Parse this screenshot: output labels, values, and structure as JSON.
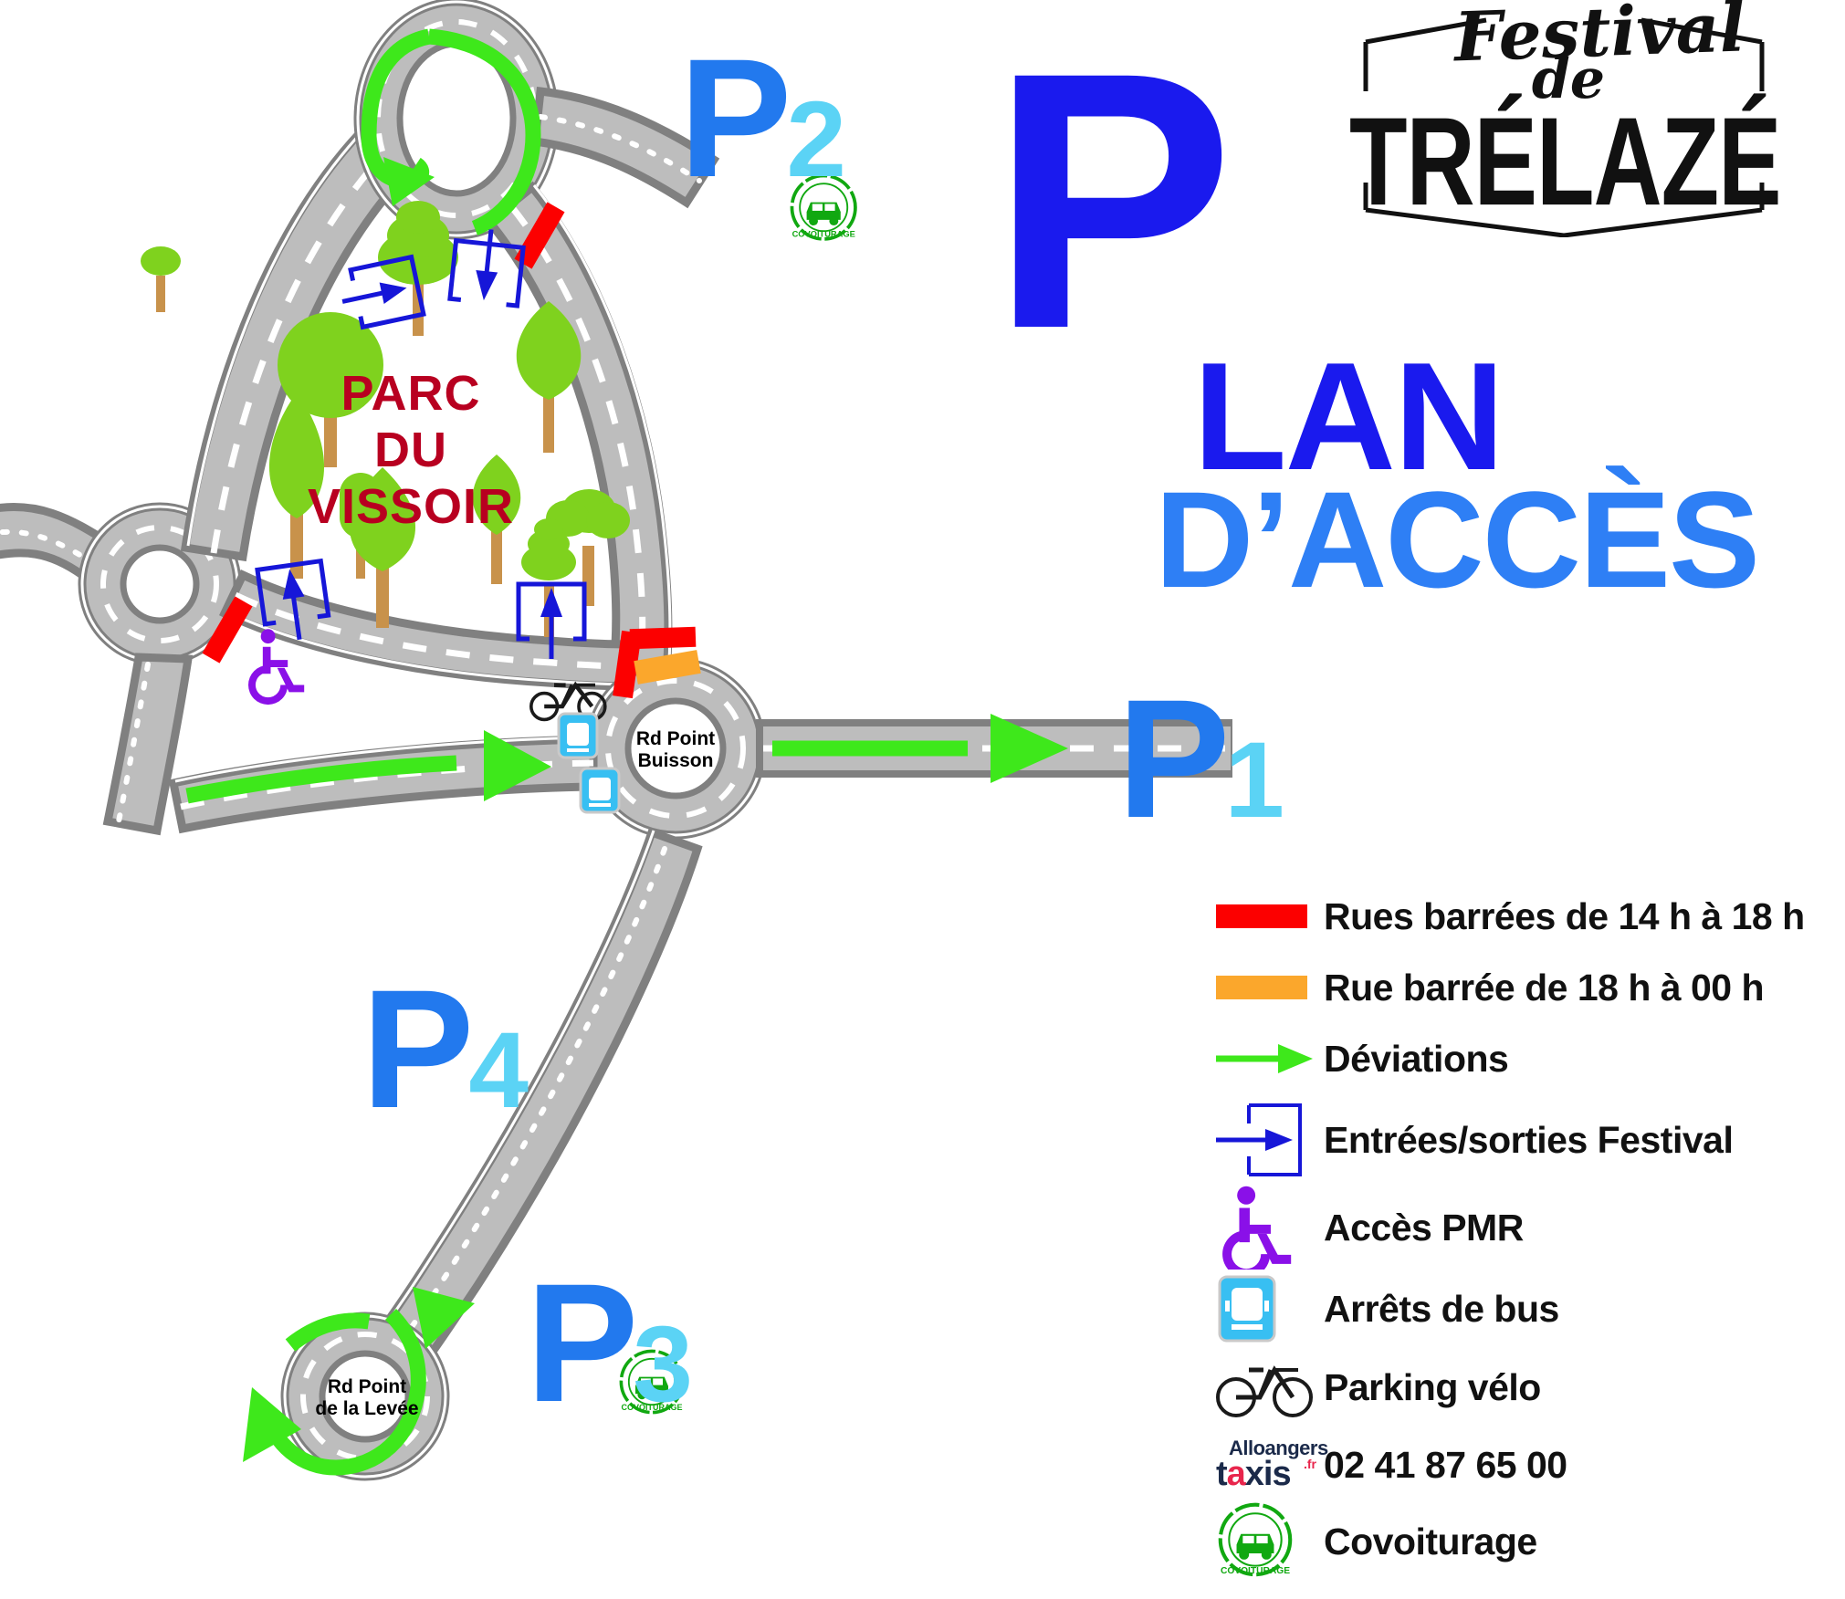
{
  "poster": {
    "title_p": "P",
    "title_lan": "LAN",
    "title_acces": "D’ACCÈS"
  },
  "festival_logo": {
    "line1": "Festival",
    "line2": "de",
    "line3": "TRÉLAZÉ"
  },
  "map": {
    "park_label": "PARC\nDU VISSOIR",
    "park_label_line1": "PARC",
    "park_label_line2": "DU VISSOIR",
    "roundabouts": [
      {
        "name": "Rd Point Buisson",
        "line1": "Rd Point",
        "line2": "Buisson"
      },
      {
        "name": "Rd Point de la Levée",
        "line1": "Rd Point",
        "line2": "de la Levée"
      }
    ],
    "parkings": [
      {
        "id": "P1",
        "letter": "P",
        "number": "1"
      },
      {
        "id": "P2",
        "letter": "P",
        "number": "2"
      },
      {
        "id": "P3",
        "letter": "P",
        "number": "3"
      },
      {
        "id": "P4",
        "letter": "P",
        "number": "4"
      }
    ],
    "stamp_text": "COVOITURAGE"
  },
  "legend": {
    "items": [
      {
        "icon": "red-bar-icon",
        "label": "Rues barrées de 14 h à 18 h"
      },
      {
        "icon": "orange-bar-icon",
        "label": "Rue barrée de 18 h à 00 h"
      },
      {
        "icon": "green-arrow-icon",
        "label": "Déviations"
      },
      {
        "icon": "entry-exit-icon",
        "label": "Entrées/sorties Festival"
      },
      {
        "icon": "wheelchair-icon",
        "label": "Accès PMR"
      },
      {
        "icon": "bus-stop-icon",
        "label": "Arrêts de bus"
      },
      {
        "icon": "bicycle-icon",
        "label": "Parking vélo"
      },
      {
        "icon": "taxi-logo-icon",
        "label": "02 41 87 65 00"
      },
      {
        "icon": "carpool-stamp-icon",
        "label": "Covoiturage"
      }
    ],
    "taxi_logo": {
      "line1": "Alloangers",
      "line2a": "t",
      "line2b": "a",
      "line2c": "xis",
      "tld": ".fr"
    }
  },
  "colors": {
    "blue_dark": "#1a1aee",
    "blue_mid": "#2279ee",
    "blue_light": "#5bd3f5",
    "accent_blue": "#2e7ff5",
    "red": "#fc0000",
    "orange": "#fba72c",
    "green": "#3ee81b",
    "road": "#bdbdbd",
    "road_edge": "#808080",
    "park_red": "#b80020",
    "purple": "#8a10e8"
  }
}
